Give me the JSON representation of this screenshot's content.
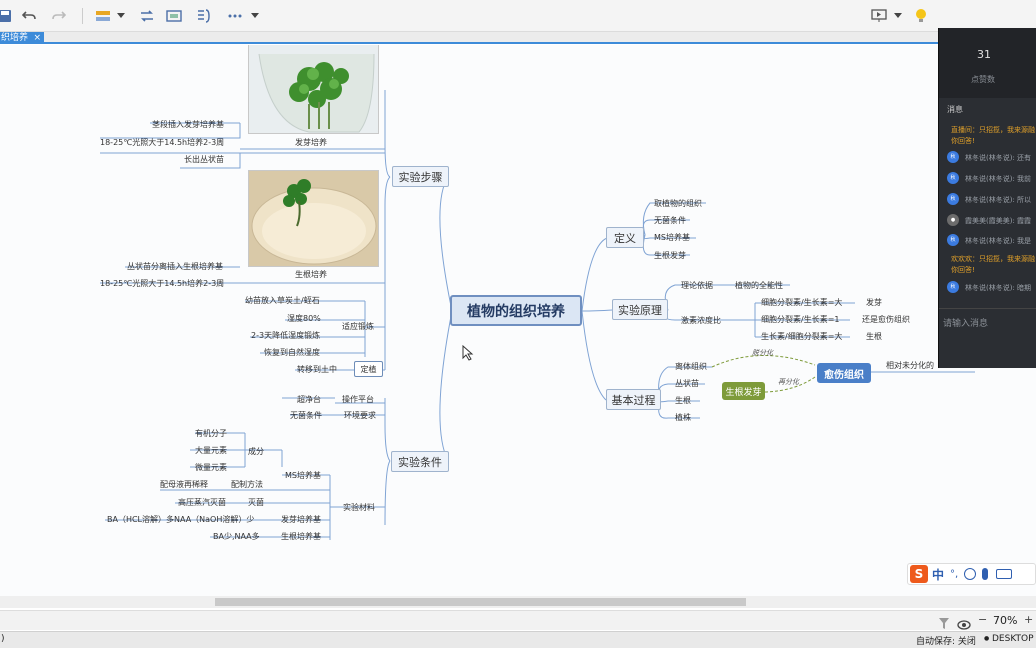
{
  "tab": {
    "label": "织培养",
    "close": "×"
  },
  "mindmap": {
    "root": "植物的组织培养",
    "branches": {
      "steps": "实验步骤",
      "conditions": "实验条件",
      "definition": "定义",
      "principle": "实验原理",
      "process": "基本过程"
    },
    "steps_nodes": {
      "sprout_caption": "发芽培养",
      "root_caption": "生根培养",
      "n1": "茎段插入发芽培养基",
      "n2": "18-25℃光照大于14.5h培养2-3周",
      "n3": "长出丛状苗",
      "n4": "丛状苗分离插入生根培养基",
      "n5": "18-25℃光照大于14.5h培养2-3周",
      "n6": "幼苗放入草炭土/蛭石",
      "n7": "湿度80%",
      "n8": "2-3天降低湿度锻炼",
      "n9": "恢复到自然湿度",
      "acclimate": "适应锻炼",
      "n10": "转移到土中",
      "plant": "定植"
    },
    "conditions_nodes": {
      "c1": "超净台",
      "c1b": "操作平台",
      "c2": "无菌条件",
      "c2b": "环境要求",
      "c3": "有机分子",
      "c4": "大量元素",
      "c5": "微量元素",
      "composition": "成分",
      "ms": "MS培养基",
      "c6": "配母液再稀释",
      "method": "配制方法",
      "c7": "高压蒸汽灭菌",
      "sterilize": "灭菌",
      "materials": "实验材料",
      "c8": "BA（HCL溶解）多NAA（NaOH溶解）少",
      "sprout_medium": "发芽培养基",
      "c9": "BA少,NAA多",
      "root_medium": "生根培养基"
    },
    "definition_nodes": {
      "d1": "取植物的组织",
      "d2": "无菌条件",
      "d3": "MS培养基",
      "d4": "生根发芽"
    },
    "principle_nodes": {
      "theory": "理论依据",
      "totipotency": "植物的全能性",
      "hormone": "激素浓度比",
      "r1": "细胞分裂素/生长素=大",
      "r1b": "发芽",
      "r2": "细胞分裂素/生长素=1",
      "r2b": "还是愈伤组织",
      "r3": "生长素/细胞分裂素=大",
      "r3b": "生根"
    },
    "process_nodes": {
      "p1": "离体组织",
      "p2": "丛状苗",
      "p3": "生根",
      "p4": "植株",
      "sprout_tag": "生根发芽",
      "callus": "愈伤组织",
      "dediff": "脱分化",
      "rediff": "再分化",
      "callus_note": "相对未分化的"
    }
  },
  "chat": {
    "count": "31",
    "count_label": "点赞数",
    "section": "消息",
    "notice": "直播间：只招揽，我来源融",
    "notice2": "你回答!",
    "messages": [
      {
        "avatar": "秋",
        "text": "林冬说(林冬说): 还有"
      },
      {
        "avatar": "秋",
        "text": "林冬说(林冬说): 我前"
      },
      {
        "avatar": "秋",
        "text": "林冬说(林冬说): 所以"
      },
      {
        "avatar": "●",
        "text": "霞美美(霞美美): 霞霞"
      },
      {
        "avatar": "秋",
        "text": "林冬说(林冬说): 我是"
      }
    ],
    "notice3": "欢欢欢：只招揽，我来源融",
    "notice4": "你回答!",
    "last": {
      "avatar": "秋",
      "text": "林冬说(林冬说): 暗期"
    },
    "input_placeholder": "请输入消息"
  },
  "zoom": {
    "level": "70%",
    "minus": "−",
    "plus": "+"
  },
  "status": {
    "left": ")",
    "autosave": "自动保存: 关闭",
    "desktop": "DESKTOP"
  },
  "ime": {
    "logo": "S",
    "lang": "中",
    "punct": "°,"
  },
  "colors": {
    "accent": "#3d8bd9",
    "tag_green": "#7e9b3a",
    "callus_blue": "#4a7fc8"
  }
}
